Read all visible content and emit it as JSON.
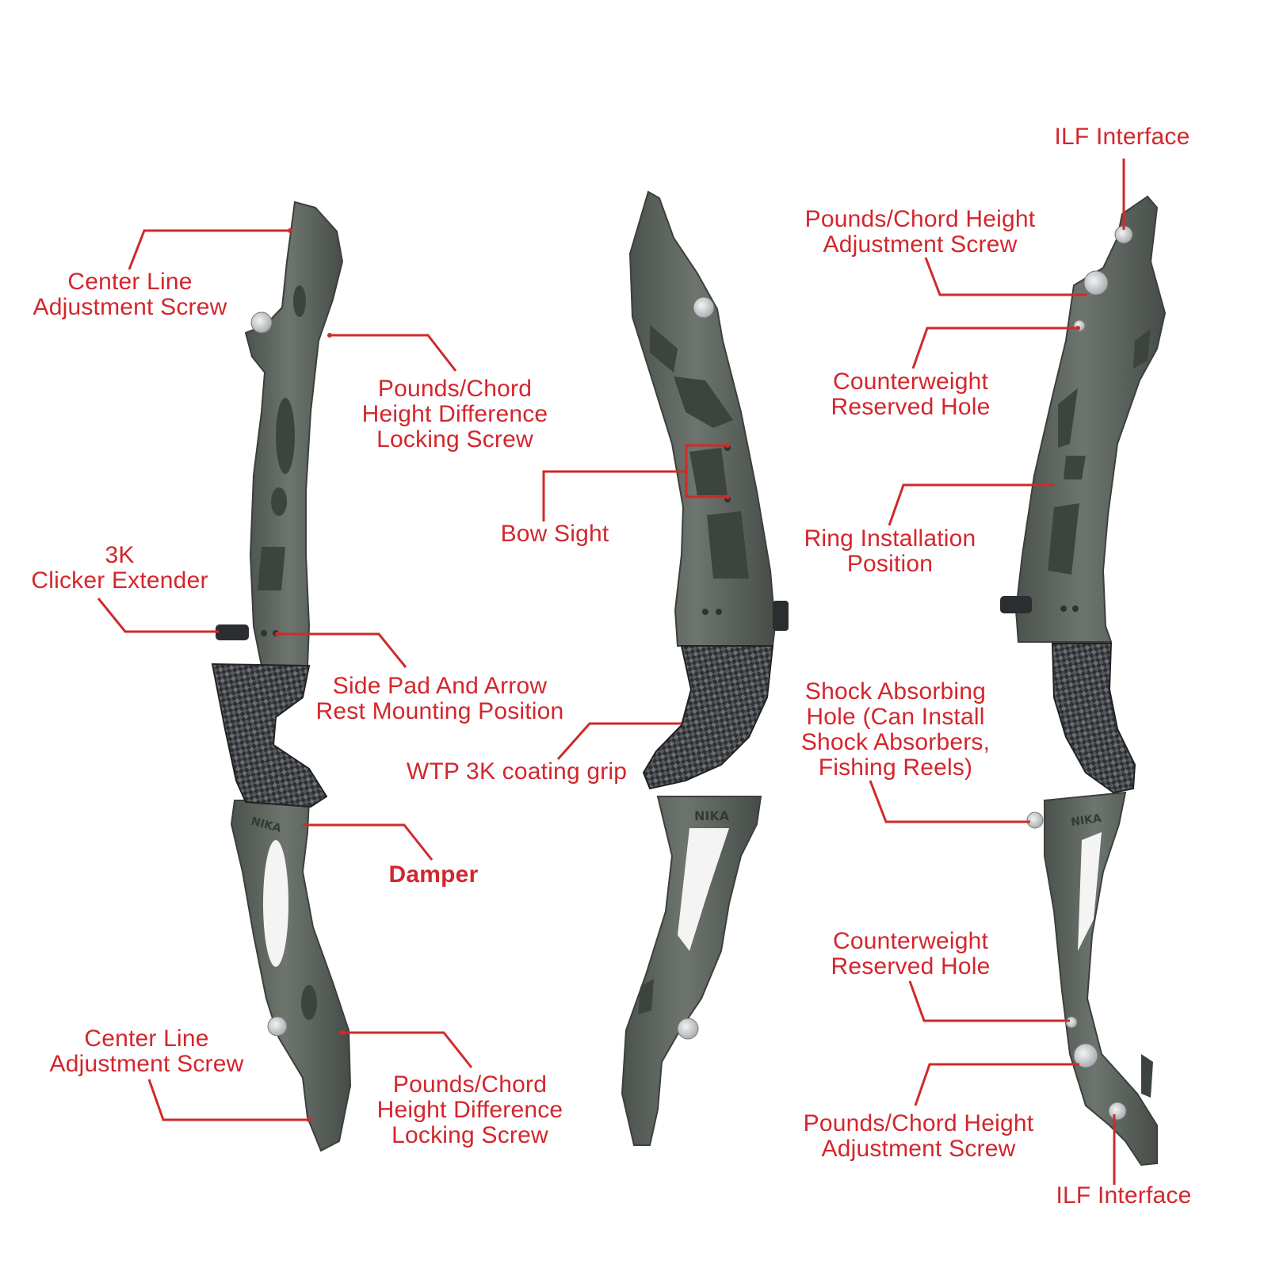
{
  "colors": {
    "label": "#d3262d",
    "leader": "#cf2a2a",
    "riser": "#5b625c",
    "riser_dark": "#3f4540",
    "riser_light": "#7b837c",
    "grip": "#3a3d40",
    "metal": "#c9cbcd"
  },
  "labels": {
    "center_line_top": "Center Line\nAdjustment Screw",
    "pounds_locking_top": "Pounds/Chord\nHeight Difference\nLocking Screw",
    "clicker_extender": "3K\nClicker Extender",
    "side_pad": "Side Pad And Arrow\nRest Mounting Position",
    "damper": "Damper",
    "center_line_bottom": "Center Line\nAdjustment Screw",
    "pounds_locking_bottom": "Pounds/Chord\nHeight Difference\nLocking Screw",
    "bow_sight": "Bow Sight",
    "grip": "WTP 3K coating grip",
    "ilf_top": "ILF Interface",
    "pounds_adjust_top": "Pounds/Chord Height\nAdjustment Screw",
    "counterweight_top": "Counterweight\nReserved Hole",
    "ring_position": "Ring Installation\nPosition",
    "shock_hole": "Shock Absorbing\nHole (Can Install\nShock Absorbers,\nFishing Reels)",
    "counterweight_bottom": "Counterweight\nReserved Hole",
    "pounds_adjust_bottom": "Pounds/Chord Height\nAdjustment Screw",
    "ilf_bottom": "ILF Interface"
  },
  "riser_logo": "NIKA"
}
